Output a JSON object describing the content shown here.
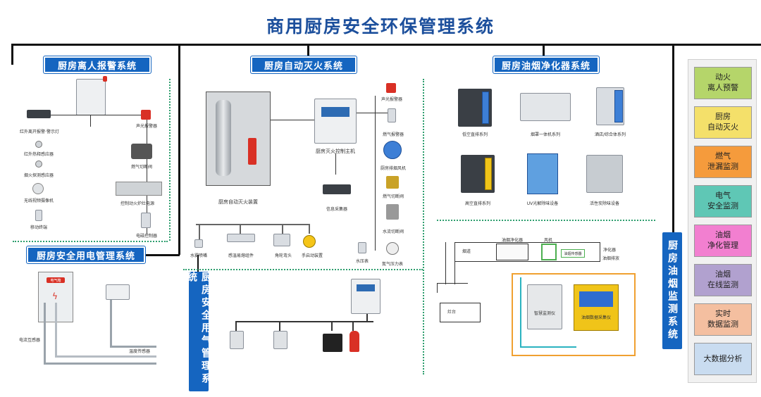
{
  "title": "商用厨房安全环保管理系统",
  "systems": {
    "absence_alarm": "厨房离人报警系统",
    "auto_fire": "厨房自动灭火系统",
    "oil_smoke": "厨房油烟净化器系统",
    "electric": "厨房安全用电管理系统",
    "gas": "厨房安全用气管理系统",
    "smoke_monitor": "厨房油烟监测系统"
  },
  "absence_devices": {
    "display": "红外离开报警·警示灯",
    "sensor1": "红外热释感应器",
    "sensor2": "烟火探测感应器",
    "camera": "无线视频摄像机",
    "handheld": "移动终端",
    "sound_light": "声光报警器",
    "gas_valve": "燃气切断阀",
    "stove": "控制动火炉灶电源",
    "power_box": "电磁控制器"
  },
  "fire_devices": {
    "cabinet": "厨房自动灭火装置",
    "controller": "厨房灭火控制主机",
    "collector": "信息采集器",
    "alarm": "声光报警器",
    "gas_alarm": "燃气报警器",
    "exhaust": "厨房排烟风机",
    "gas_cut": "燃气切断阀",
    "water_cut": "水流切断阀",
    "nozzle": "水雾喷嘴",
    "temp": "感温易熔组件",
    "elbow": "角轮弯头",
    "manual": "手启动装置",
    "pressure": "水压表",
    "gauge": "氮气压力表"
  },
  "purifier_devices": {
    "p1": "低空直排系列",
    "p2": "烟罩一体机系列",
    "p3": "酒店/综合体系列",
    "p4": "高空直排系列",
    "p5": "UV光解除味设备",
    "p6": "活性炭除味设备"
  },
  "duct": {
    "purifier": "油烟净化器",
    "fan": "风机",
    "flue": "烟道",
    "clean": "净化器",
    "exhaust": "油烟排放",
    "stove": "灶台",
    "detector": "油烟传感器",
    "dev1": "智慧监测仪",
    "dev2": "油烟数据采集仪"
  },
  "electric_devices": {
    "cabinet_tag": "电气箱",
    "sensor1": "电流互感器",
    "sensor2": "温度传感器"
  },
  "right_panel": [
    {
      "label": "动火\n离人预警",
      "color": "#b5d56a"
    },
    {
      "label": "厨房\n自动灭火",
      "color": "#f4e06a"
    },
    {
      "label": "燃气\n泄漏监测",
      "color": "#f59b3c"
    },
    {
      "label": "电气\n安全监测",
      "color": "#5fc7b5"
    },
    {
      "label": "油烟\n净化管理",
      "color": "#f27fd0"
    },
    {
      "label": "油烟\n在线监测",
      "color": "#b1a1cf"
    },
    {
      "label": "实时\n数据监测",
      "color": "#f4bfa0"
    },
    {
      "label": "大数据分析",
      "color": "#c9dcf0"
    }
  ]
}
